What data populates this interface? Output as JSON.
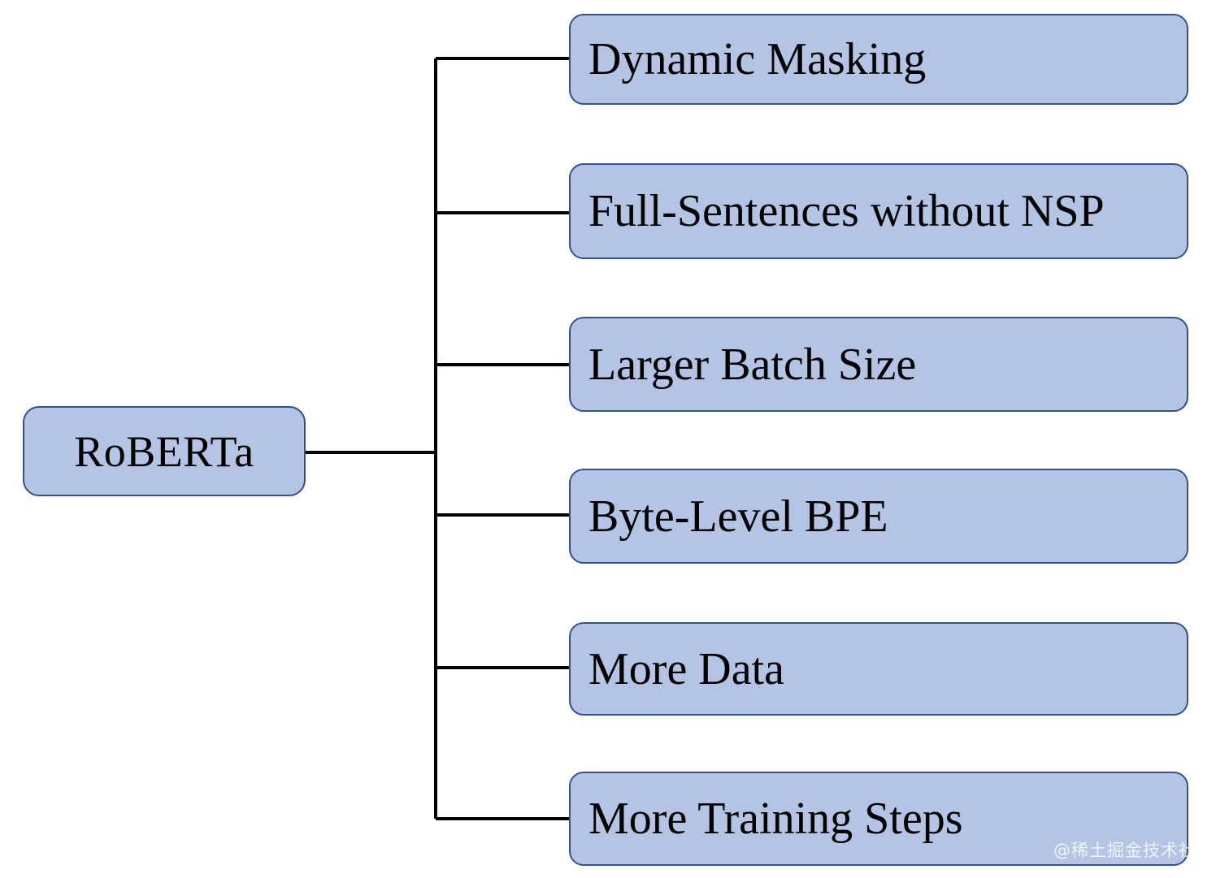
{
  "diagram": {
    "type": "tree",
    "orientation": "left-to-right",
    "root": {
      "label": "RoBERTa"
    },
    "children": [
      {
        "label": "Dynamic Masking"
      },
      {
        "label": "Full-Sentences without NSP"
      },
      {
        "label": "Larger Batch Size"
      },
      {
        "label": "Byte-Level BPE"
      },
      {
        "label": "More Data"
      },
      {
        "label": "More Training Steps"
      }
    ],
    "colors": {
      "node_fill": "#b4c4e4",
      "node_border": "#33508f",
      "edge": "#000000",
      "text": "#000000",
      "background": "#ffffff"
    }
  },
  "watermark": {
    "text": "@稀土掘金技术社区"
  }
}
